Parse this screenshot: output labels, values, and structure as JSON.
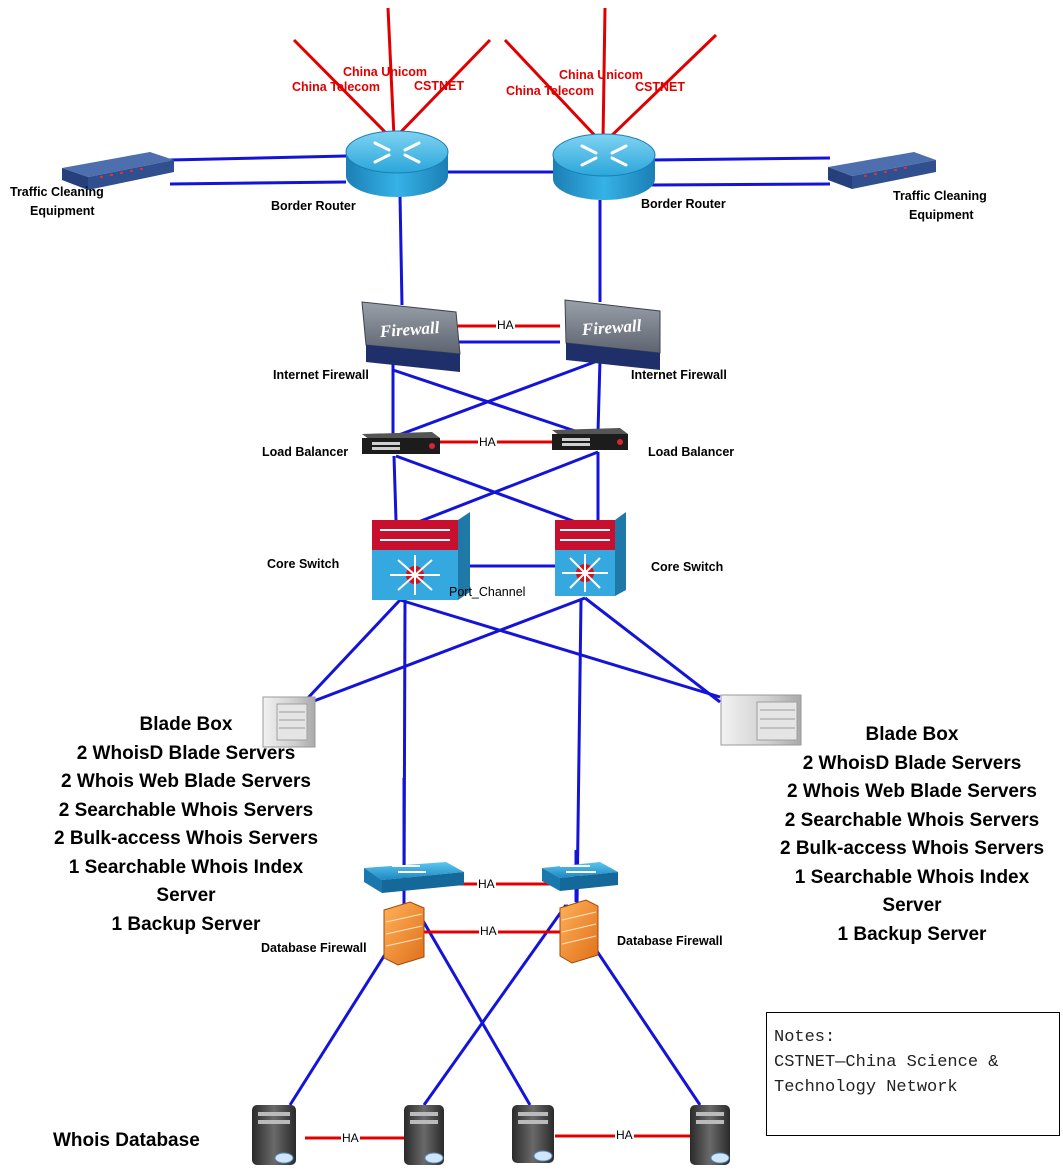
{
  "isp_left": {
    "unicom": "China Unicom",
    "telecom": "China Telecom",
    "cstnet": "CSTNET"
  },
  "isp_right": {
    "unicom": "China Unicom",
    "telecom": "China Telecom",
    "cstnet": "CSTNET"
  },
  "traffic_cleaning_left": [
    "Traffic Cleaning",
    "Equipment"
  ],
  "traffic_cleaning_right": [
    "Traffic Cleaning",
    "Equipment"
  ],
  "border_router_left": "Border Router",
  "border_router_right": "Border Router",
  "internet_firewall_left": "Internet Firewall",
  "internet_firewall_right": "Internet Firewall",
  "firewall_brand": "Firewall",
  "load_balancer_left": "Load Balancer",
  "load_balancer_right": "Load Balancer",
  "core_switch_left": "Core Switch",
  "core_switch_right": "Core Switch",
  "port_channel": "Port_Channel",
  "ha_label": "HA",
  "blade_left": [
    "Blade Box",
    "2 WhoisD Blade Servers",
    "2 Whois Web Blade Servers",
    "2 Searchable Whois Servers",
    "2 Bulk-access Whois  Servers",
    "1 Searchable Whois Index",
    "Server",
    "1 Backup Server"
  ],
  "blade_right": [
    "Blade Box",
    "2 WhoisD Blade Servers",
    "2 Whois Web Blade Servers",
    "2 Searchable Whois Servers",
    "2 Bulk-access Whois  Servers",
    "1 Searchable Whois Index",
    "Server",
    "1 Backup Server"
  ],
  "database_firewall_left": "Database Firewall",
  "database_firewall_right": "Database Firewall",
  "whois_database": "Whois Database",
  "notes": [
    "Notes:",
    "CSTNET—China Science &",
    "Technology Network"
  ],
  "colors": {
    "link": "#1414d8",
    "ha_link": "#e00000",
    "isp_line": "#e00000",
    "router": "#1aa3d8",
    "switch": "#1f8ec9"
  }
}
